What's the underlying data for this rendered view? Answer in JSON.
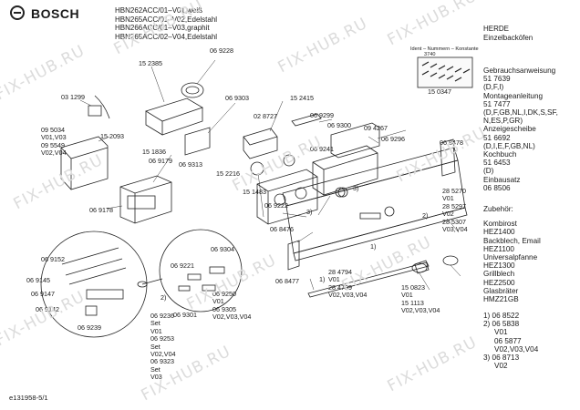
{
  "header": {
    "brand": "BOSCH",
    "models": [
      "HBN262ACC/01–V01,weiß",
      "HBN265ACC/01–V02,Edelstahl",
      "HBN266ACC/01–V03,graphit",
      "HBN265ACC/02–V04,Edelstahl"
    ],
    "maker": "HERDE",
    "category": "Einzelbacköfen"
  },
  "ident": {
    "label": "Ident – Nummern – Konstante",
    "value": "3740"
  },
  "part_labels": {
    "p069228": "06 9228",
    "p152385": "15 2385",
    "p031299": "03 1299",
    "p095034": "09 5034",
    "p095034v": "V01,V03",
    "p095549": "09 5549",
    "p095549v": "V02,V04",
    "p152093": "15 2093",
    "p151836": "15 1836",
    "p069179": "06 9179",
    "p069178": "06 9178",
    "p069313": "06 9313",
    "p069303": "06 9303",
    "p028727": "02 8727",
    "p152415": "15 2415",
    "p069299": "06 9299",
    "p069300": "06 9300",
    "p094267": "09 4267",
    "p069296": "06 9296",
    "p069241": "06 9241",
    "p152216": "15 2216",
    "p151483": "15 1483",
    "p069222": "06 9222",
    "p150347": "15 0347",
    "p068478": "06 8478",
    "p285270": "28 5270",
    "p285270v": "V01",
    "p285297": "28 5297",
    "p285297v": "V02",
    "p285307": "28 5307",
    "p285307v": "V03,V04",
    "p068476": "06 8476",
    "p068477": "06 8477",
    "p284794": "28 4794",
    "p284794v": "V01",
    "p284799": "28 4799",
    "p284799v": "V02,V03,V04",
    "p150823": "15 0823",
    "p150823v": "V01",
    "p151113": "15 1113",
    "p151113v": "V02,V03,V04",
    "p069152": "06 9152",
    "p069145": "06 9145",
    "p069147": "06 9147",
    "p069142": "06 9142",
    "p069239": "06 9239",
    "p069304": "06 9304",
    "p069221": "06 9221",
    "p069250": "06 9250",
    "p069250v": "V01",
    "p069305": "06 9305",
    "p069305v": "V02,V03,V04",
    "p069301": "06 9301",
    "p069236": "06 9236",
    "set1": "Set",
    "set1v": "V01",
    "p069253": "06 9253",
    "set2": "Set",
    "set2v": "V02,V04",
    "p069323": "06 9323",
    "set3": "Set",
    "set3v": "V03",
    "c1": "1)",
    "c2": "2)",
    "c3": "3)",
    "c3b": "3)",
    "c1b": "1)",
    "c2b": "2)"
  },
  "documents": [
    "Gebrauchsanweisung",
    "51 7639",
    "(D,F,I)",
    "Montageanleitung",
    "51 7477",
    "(D,F,GB,NL,I,DK,S,SF,",
    "N,ES,P,GR)",
    "Anzeigescheibe",
    "51 6692",
    "(D,I,E,F,GB,NL)",
    "Kochbuch",
    "51 6453",
    "(D)",
    "Einbausatz",
    "06 8506"
  ],
  "accessories": {
    "title": "Zubehör:",
    "items": [
      "Kombirost",
      "HEZ1400",
      "Backblech, Email",
      "HEZ1100",
      "Universalpfanne",
      "HEZ1300",
      "Grillblech",
      "HEZ2500",
      "Glasbräter",
      "HMZ21GB"
    ]
  },
  "footnotes": [
    "1) 06 8522",
    "2) 06 5838",
    "V01",
    "06 5877",
    "V02,V03,V04",
    "3) 06 8713",
    "V02"
  ],
  "footer": {
    "id": "e131958-5/1"
  },
  "watermark": "FIX-HUB.RU"
}
